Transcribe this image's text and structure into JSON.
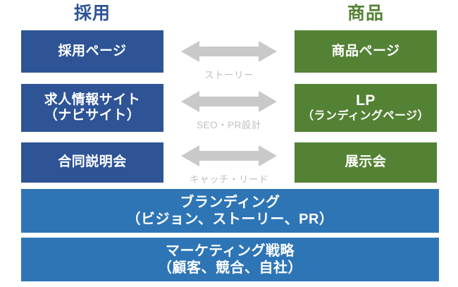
{
  "diagram": {
    "title_alt": "",
    "colors": {
      "recruit_blue": "#2E5496",
      "product_green": "#548235",
      "bottom_blue": "#2E75B6",
      "arrow_gray": "#C9C9C9",
      "caption_gray": "#BFBFBF",
      "background": "#FFFFFF"
    },
    "headings": {
      "left": "採用",
      "right": "商品"
    },
    "rows": [
      {
        "left": {
          "main": "採用ページ",
          "sub": ""
        },
        "arrow": {
          "icon": "double-headed-arrow-icon",
          "caption": "ストーリー"
        },
        "right": {
          "main": "商品ページ",
          "sub": ""
        }
      },
      {
        "left": {
          "main": "求人情報サイト",
          "sub": "（ナビサイト）"
        },
        "arrow": {
          "icon": "double-headed-arrow-icon",
          "caption": "SEO・PR設計"
        },
        "right": {
          "main": "LP",
          "sub": "（ランディングページ）"
        }
      },
      {
        "left": {
          "main": "合同説明会",
          "sub": ""
        },
        "arrow": {
          "icon": "double-headed-arrow-icon",
          "caption": "キャッチ・リード"
        },
        "right": {
          "main": "展示会",
          "sub": ""
        }
      }
    ],
    "bottom_bars": [
      {
        "main": "ブランディング",
        "sub": "（ビジョン、ストーリー、PR）"
      },
      {
        "main": "マーケティング戦略",
        "sub": "（顧客、競合、自社）"
      }
    ]
  }
}
